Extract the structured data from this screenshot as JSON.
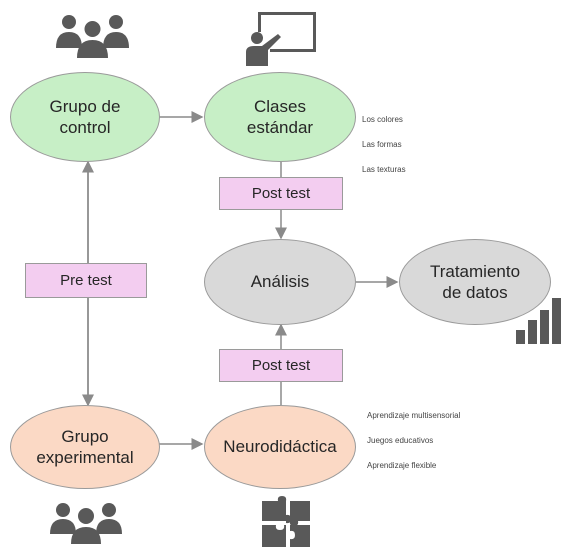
{
  "nodes": {
    "control_group": "Grupo de\ncontrol",
    "standard_classes": "Clases\nestándar",
    "analysis": "Análisis",
    "data_processing": "Tratamiento\nde datos",
    "experimental_group": "Grupo\nexperimental",
    "neurodidactics": "Neurodidáctica"
  },
  "boxes": {
    "pre_test": "Pre test",
    "post_test_top": "Post test",
    "post_test_bottom": "Post test"
  },
  "standard_notes": [
    "Los colores",
    "Las formas",
    "Las texturas"
  ],
  "neuro_notes": [
    "Aprendizaje multisensorial",
    "Juegos educativos",
    "Aprendizaje flexible"
  ],
  "colors": {
    "green": "#c7efc6",
    "grey": "#d9d9d9",
    "peach": "#fbd9c5",
    "pink": "#f3cdf0",
    "icon": "#595959"
  },
  "icons": [
    "group-icon",
    "teacher-board-icon",
    "group-icon",
    "puzzle-icon",
    "bar-chart-icon"
  ]
}
